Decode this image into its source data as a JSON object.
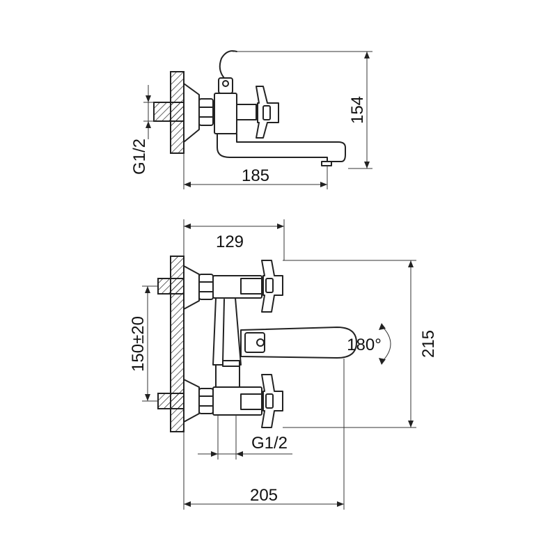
{
  "top_view": {
    "dim_height": "154",
    "dim_width": "185",
    "thread_label": "G1/2"
  },
  "front_view": {
    "dim_top_width": "129",
    "dim_height": "215",
    "dim_center": "150±20",
    "dim_width": "205",
    "thread_label": "G1/2",
    "rotation_label": "180°"
  },
  "colors": {
    "line": "#222222",
    "background": "#ffffff"
  }
}
